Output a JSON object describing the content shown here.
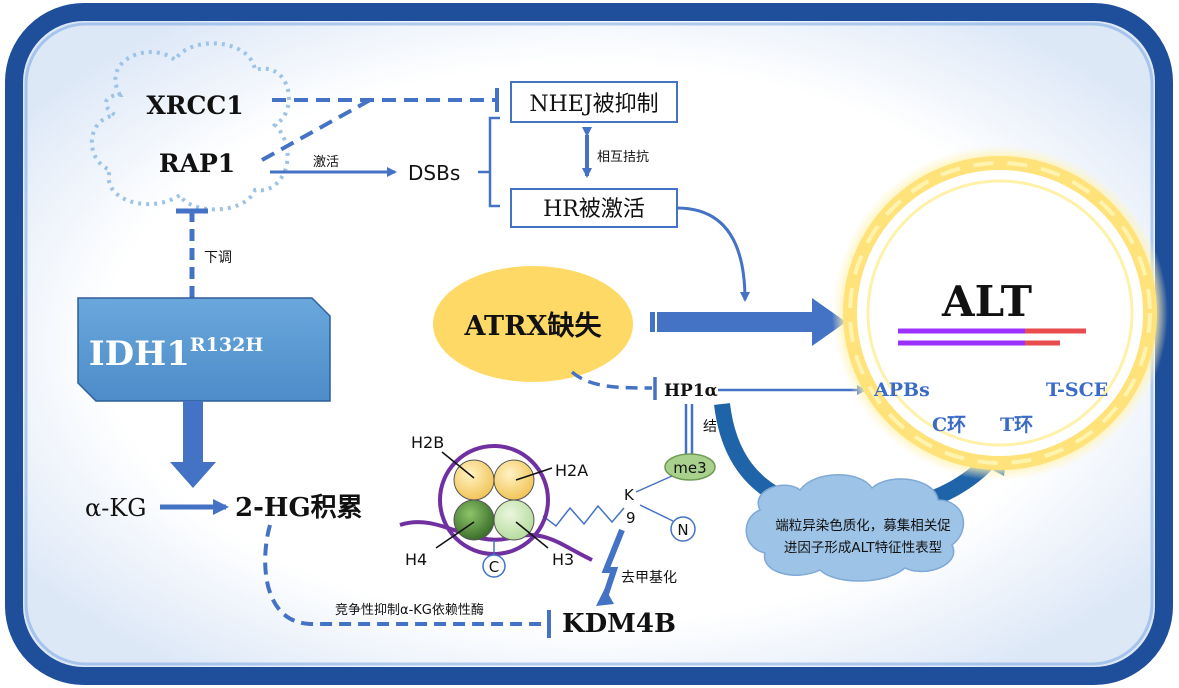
{
  "colors": {
    "frame": "#1f4e9a",
    "line": "#4472c4",
    "idh_box": "#5b9bd5",
    "atrx": "#ffd966",
    "alt_ring": "#ffe27a",
    "cloud": "#9dc3e6",
    "purple": "#7030a0",
    "red": "#e84c4c",
    "me3": "#a9d18e"
  },
  "nodes": {
    "xrcc1": "XRCC1",
    "rap1": "RAP1",
    "nhej": "NHEJ被抑制",
    "hr": "HR被激活",
    "dsbs": "DSBs",
    "antagonism": "相互拮抗",
    "activate": "激活",
    "downregulate": "下调",
    "idh1_main": "IDH1",
    "idh1_sup": "R132H",
    "akg": "α-KG",
    "twohg": "2-HG积累",
    "competitive": "竞争性抑制α-KG依赖性酶",
    "kdm4b": "KDM4B",
    "demethylation": "去甲基化",
    "atrx": "ATRX缺失",
    "hp1a": "HP1α",
    "binding": "结合",
    "me3": "me3",
    "k": "K",
    "nine": "9",
    "n": "N",
    "c": "C",
    "h2a": "H2A",
    "h2b": "H2B",
    "h3": "H3",
    "h4": "H4",
    "cloud_line1": "端粒异染色质化，募集相关促",
    "cloud_line2": "进因子形成ALT特征性表型",
    "alt": "ALT",
    "apbs": "APBs",
    "tsce": "T-SCE",
    "c_loop": "C环",
    "t_loop": "T环"
  }
}
